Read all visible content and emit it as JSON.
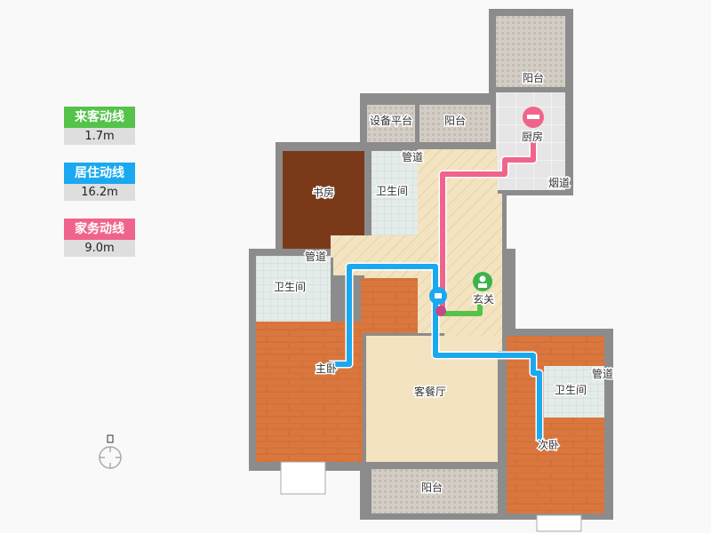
{
  "legend": [
    {
      "label": "来客动线",
      "value": "1.7m",
      "color": "#55c24a"
    },
    {
      "label": "居住动线",
      "value": "16.2m",
      "color": "#1aa9f0"
    },
    {
      "label": "家务动线",
      "value": "9.0m",
      "color": "#f0648c"
    }
  ],
  "rooms": {
    "balcony_top": "阳台",
    "kitchen": "厨房",
    "flue": "烟道",
    "equipment": "设备平台",
    "balcony_mid": "阳台",
    "pipe1": "管道",
    "study": "书房",
    "bath1": "卫生间",
    "pipe2": "管道",
    "bath2": "卫生间",
    "entry": "玄关",
    "master": "主卧",
    "living": "客餐厅",
    "pipe3": "管道",
    "bath3": "卫生间",
    "second": "次卧",
    "balcony_bottom": "阳台"
  },
  "colors": {
    "wall": "#8c8c8c",
    "bedroom": "#d9773e",
    "study": "#7a3a1a",
    "floor": "#f3e3c0",
    "tile": "#dfe7e6",
    "balcony": "#cfc9c0"
  }
}
